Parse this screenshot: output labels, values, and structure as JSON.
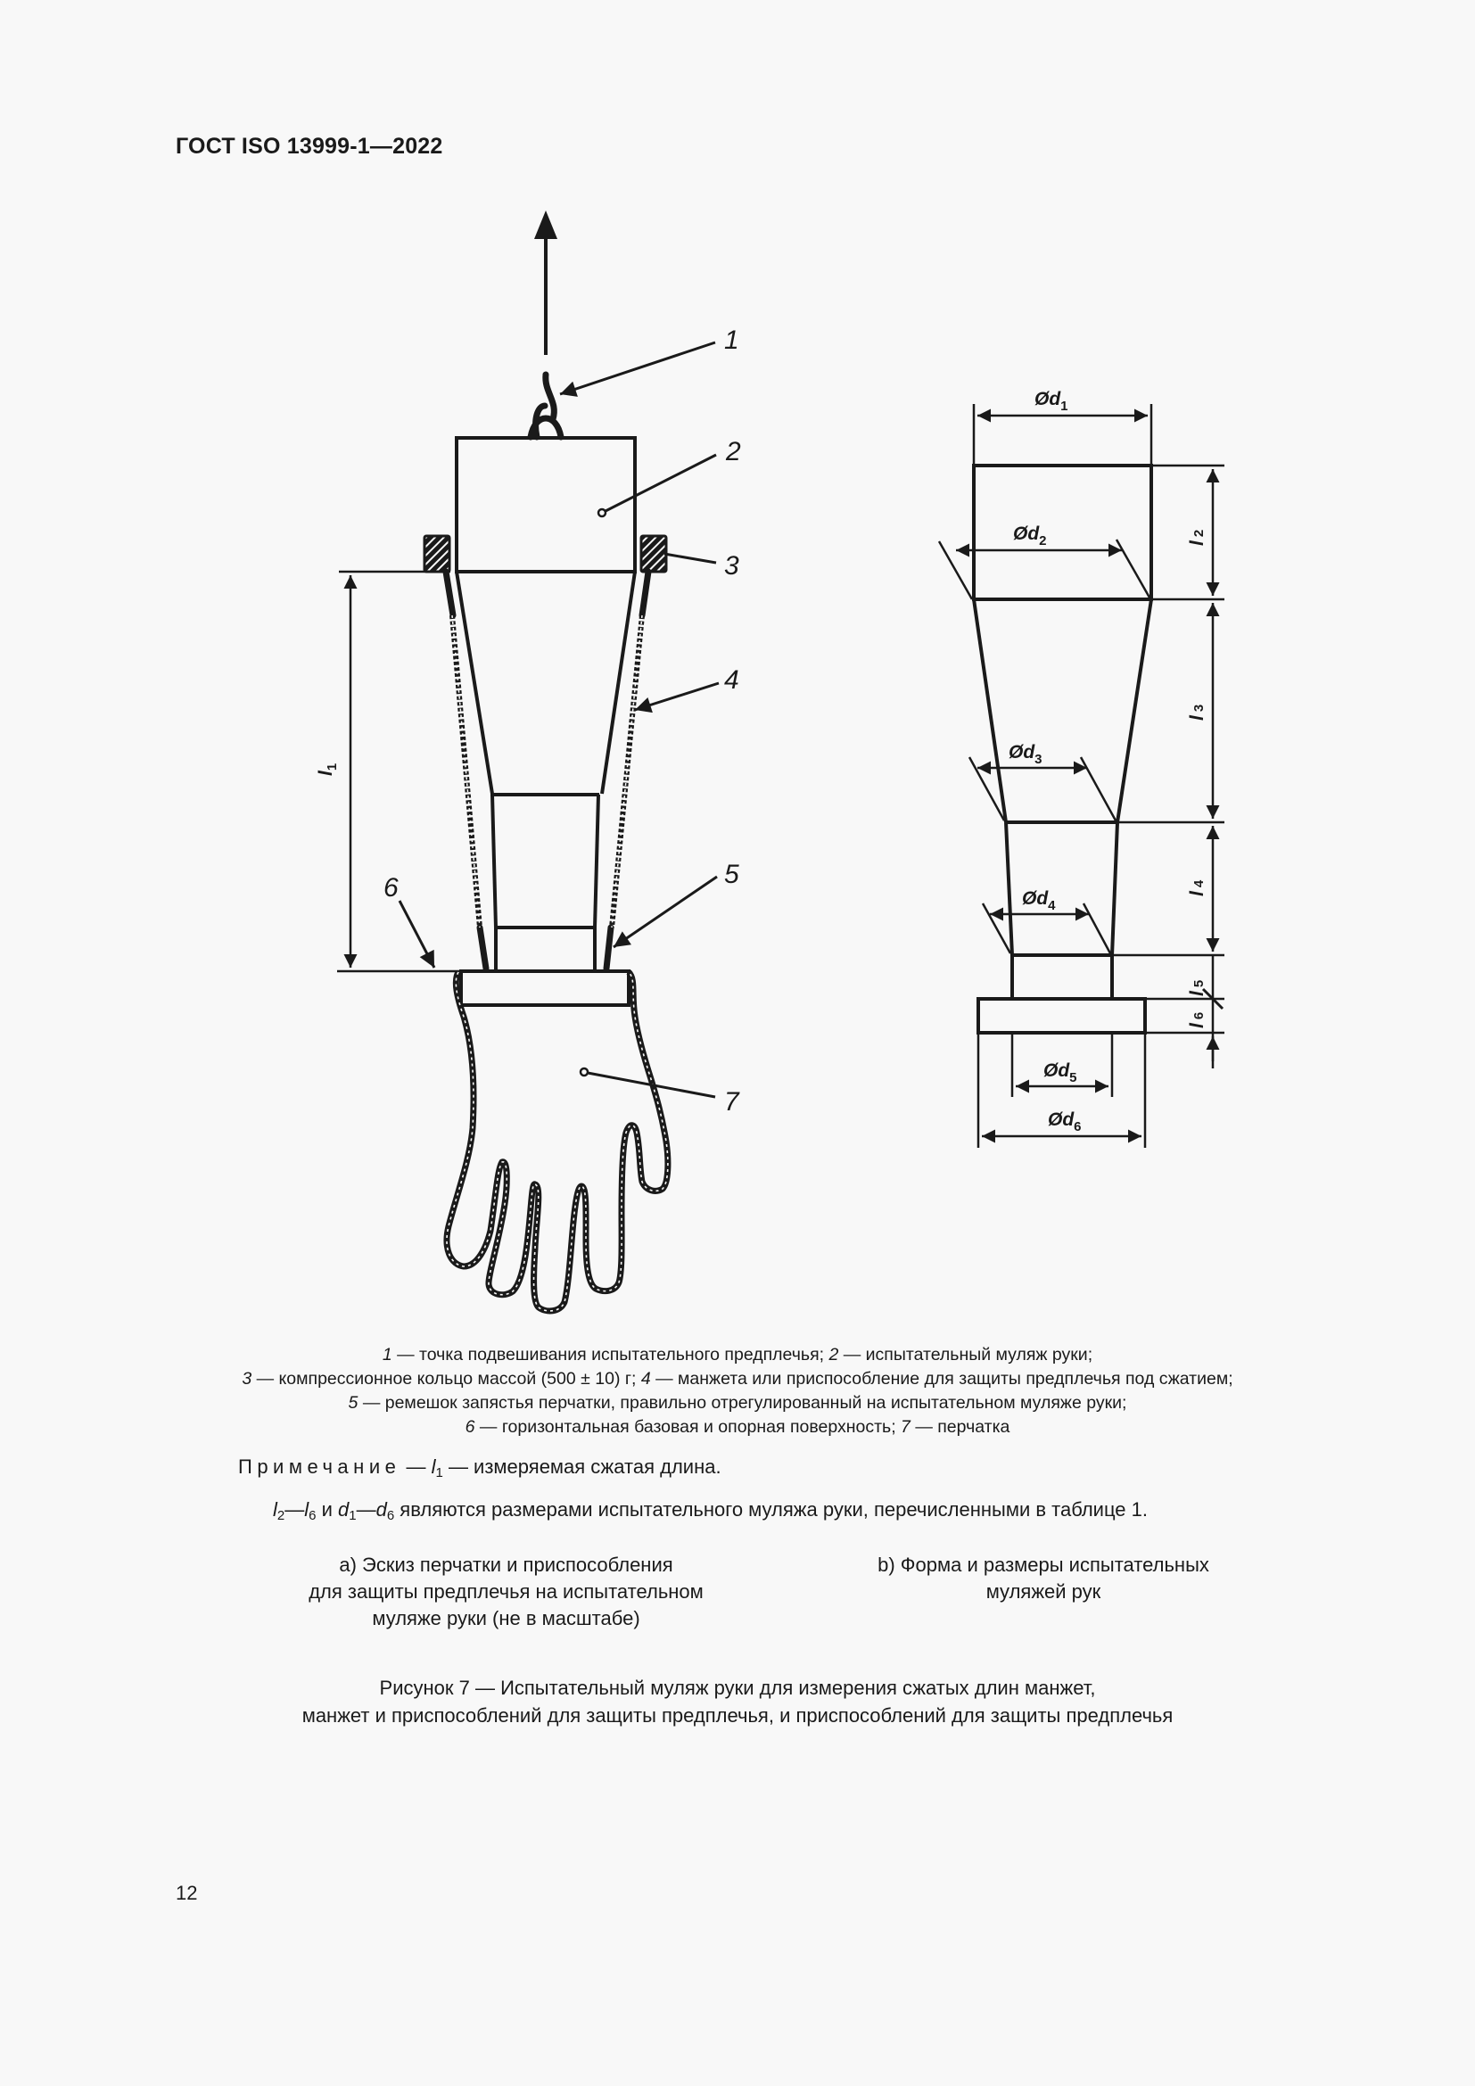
{
  "header": {
    "doc_code": "ГОСТ ISO 13999-1—2022"
  },
  "figure_a": {
    "callouts": [
      "1",
      "2",
      "3",
      "4",
      "5",
      "6",
      "7"
    ],
    "dimension": {
      "name": "l",
      "sub": "1"
    }
  },
  "figure_b": {
    "diameters": [
      {
        "name": "Ød",
        "sub": "1"
      },
      {
        "name": "Ød",
        "sub": "2"
      },
      {
        "name": "Ød",
        "sub": "3"
      },
      {
        "name": "Ød",
        "sub": "4"
      },
      {
        "name": "Ød",
        "sub": "5"
      },
      {
        "name": "Ød",
        "sub": "6"
      }
    ],
    "lengths": [
      {
        "name": "l",
        "sub": "2"
      },
      {
        "name": "l",
        "sub": "3"
      },
      {
        "name": "l",
        "sub": "4"
      },
      {
        "name": "l",
        "sub": "5"
      },
      {
        "name": "l",
        "sub": "6"
      }
    ]
  },
  "legend": {
    "lines": [
      [
        {
          "n": "1",
          "t": " — точка подвешивания испытательного предплечья; "
        },
        {
          "n": "2",
          "t": " — испытательный муляж руки;"
        }
      ],
      [
        {
          "n": "3",
          "t": " — компрессионное кольцо массой (500 ± 10) г; "
        },
        {
          "n": "4",
          "t": " — манжета или приспособление для защиты предплечья под сжатием;"
        }
      ],
      [
        {
          "n": "5",
          "t": " — ремешок запястья перчатки, правильно отрегулированный на испытательном муляже руки;"
        }
      ],
      [
        {
          "n": "6",
          "t": " — горизонтальная базовая и опорная поверхность; "
        },
        {
          "n": "7",
          "t": " — перчатка"
        }
      ]
    ]
  },
  "note": {
    "label": "Примечание",
    "line1_var": "l",
    "line1_sub": "1",
    "line1_text": " — измеряемая сжатая длина.",
    "line2": {
      "a": "l",
      "a_sub": "2",
      "b": "l",
      "b_sub": "6",
      "and": " и ",
      "c": "d",
      "c_sub": "1",
      "d": "d",
      "d_sub": "6",
      "text": " являются размерами испытательного муляжа руки, перечисленными в таблице 1."
    }
  },
  "subcaptions": {
    "a": [
      "a) Эскиз перчатки и приспособления",
      "для защиты предплечья на испытательном",
      "муляже руки (не в масштабе)"
    ],
    "b": [
      "b) Форма и размеры испытательных",
      "муляжей рук"
    ]
  },
  "caption": {
    "line1": "Рисунок 7 — Испытательный муляж руки для измерения сжатых длин манжет,",
    "line2": "манжет и приспособлений для защиты предплечья, и приспособлений для защиты предплечья"
  },
  "page_number": "12"
}
